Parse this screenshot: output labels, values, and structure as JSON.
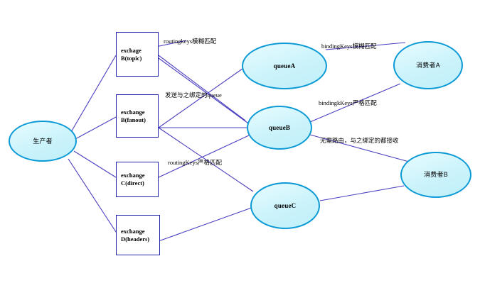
{
  "diagram": {
    "title": "RabbitMQ exchange routing diagram",
    "colors": {
      "ellipse_stroke": "#0c9ad6",
      "ellipse_fill": "#cbf3fb",
      "box_stroke": "#2222aa",
      "edge_stroke": "#4a3fbf",
      "background": "#ffffff"
    },
    "nodes": {
      "producer": {
        "label": "生产者"
      },
      "exchanges": [
        {
          "label": "exchage\nB(topic)"
        },
        {
          "label": "exchange\nB(fanout)"
        },
        {
          "label": "exchange\nC(direct)"
        },
        {
          "label": "exchange\nD(headers)"
        }
      ],
      "queues": [
        {
          "label": "queueA"
        },
        {
          "label": "queueB"
        },
        {
          "label": "queueC"
        }
      ],
      "consumers": [
        {
          "label": "消费者A"
        },
        {
          "label": "消费者B"
        }
      ]
    },
    "edge_labels": [
      {
        "text": "routingkeys模糊匹配"
      },
      {
        "text": "发送与之绑定的queue"
      },
      {
        "text": "routingKeys严格匹配"
      },
      {
        "text": "bindingKeys模糊匹配"
      },
      {
        "text": "bindingkKeys严格匹配"
      },
      {
        "text": "无需路由，与之绑定的都接收"
      }
    ]
  }
}
